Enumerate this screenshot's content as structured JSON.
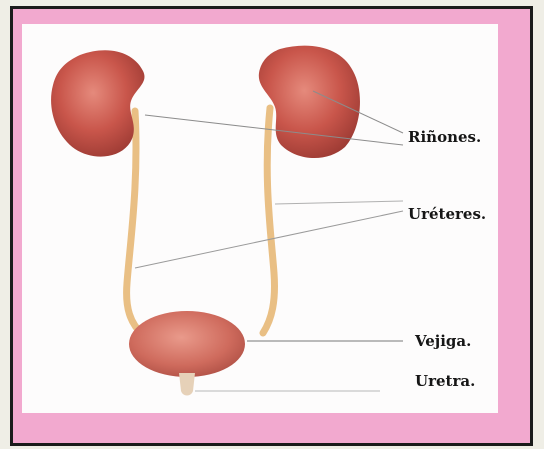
{
  "labels": {
    "kidneys": "Riñones.",
    "ureters": "Uréteres.",
    "bladder": "Vejiga.",
    "urethra": "Uretra."
  },
  "colors": {
    "frame": "#f2a9cf",
    "border": "#1b1b1b",
    "organ": "#c9524a",
    "ureter": "#e9bf84",
    "pointer_line": "#8c8c8c"
  }
}
